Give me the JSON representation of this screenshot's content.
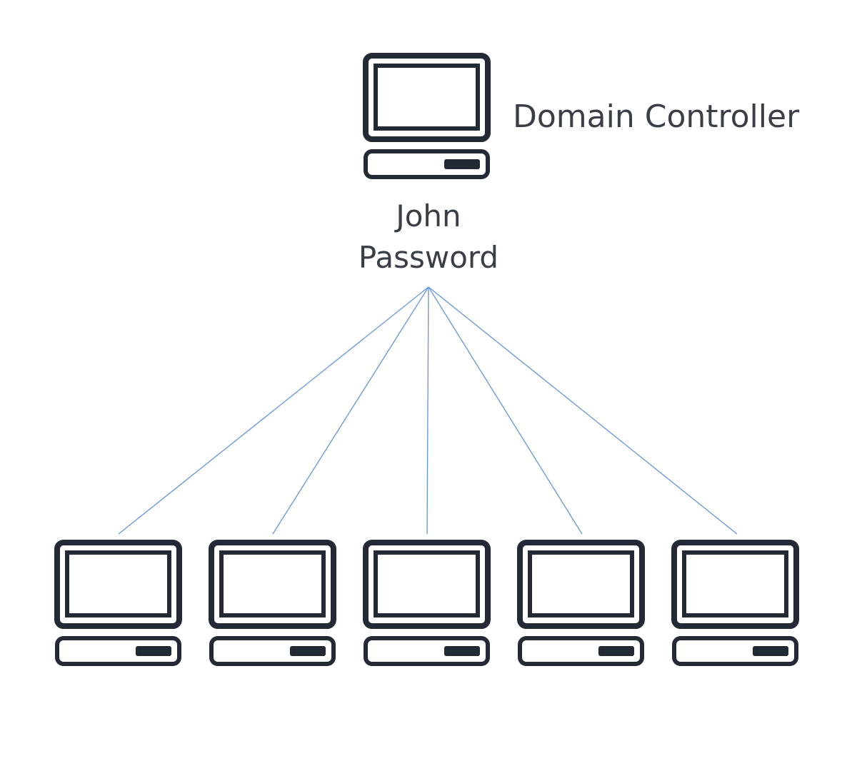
{
  "colors": {
    "icon_stroke": "#232a36",
    "link_line": "#6f9bd8",
    "text": "#3a3f47"
  },
  "server": {
    "icon": "computer-icon",
    "role_label": "Domain Controller",
    "username": "John",
    "credential": "Password"
  },
  "clients": [
    {
      "icon": "computer-icon"
    },
    {
      "icon": "computer-icon"
    },
    {
      "icon": "computer-icon"
    },
    {
      "icon": "computer-icon"
    },
    {
      "icon": "computer-icon"
    }
  ]
}
